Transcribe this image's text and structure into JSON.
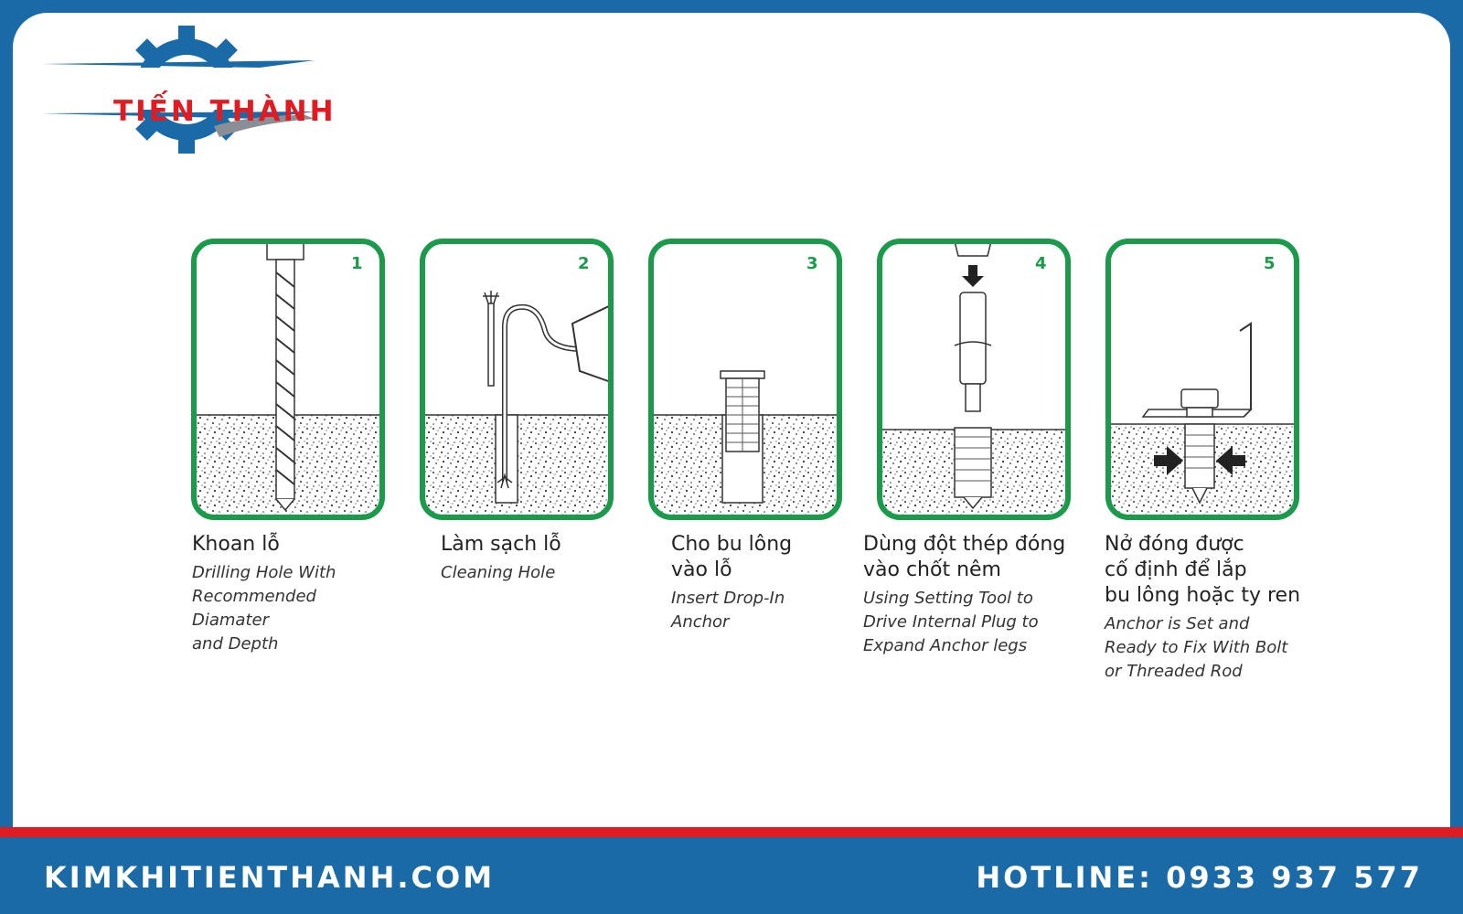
{
  "brand": {
    "name": "TIẾN THÀNH",
    "primary_color": "#1a6aa8",
    "accent_color": "#e11b22",
    "frame_color": "#1a9a4a"
  },
  "footer": {
    "website": "KIMKHITIENTHANH.COM",
    "hotline": "HOTLINE: 0933 937 577"
  },
  "steps": [
    {
      "number": "1",
      "vi": [
        "Khoan lỗ"
      ],
      "en": [
        "Drilling Hole With",
        "Recommended",
        "Diamater",
        "and Depth"
      ]
    },
    {
      "number": "2",
      "vi": [
        "Làm sạch lỗ"
      ],
      "en": [
        "Cleaning Hole"
      ]
    },
    {
      "number": "3",
      "vi": [
        "Cho bu lông",
        "vào lỗ"
      ],
      "en": [
        "Insert Drop-In",
        "Anchor"
      ]
    },
    {
      "number": "4",
      "vi": [
        "Dùng đột  thép đóng",
        "vào chốt nêm"
      ],
      "en": [
        "Using Setting Tool to",
        "Drive Internal Plug to",
        "Expand Anchor legs"
      ]
    },
    {
      "number": "5",
      "vi": [
        "Nở đóng được",
        "cố định để lắp",
        "bu lông hoặc ty ren"
      ],
      "en": [
        "Anchor is Set and",
        "Ready to Fix With Bolt",
        "or Threaded Rod"
      ]
    }
  ]
}
